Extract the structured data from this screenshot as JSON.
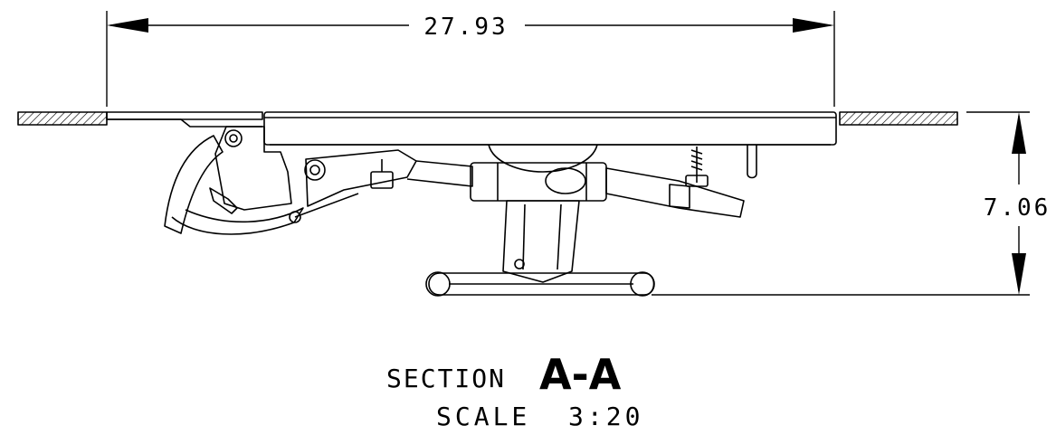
{
  "dimensions": {
    "width_value": "27.93",
    "height_value": "7.06"
  },
  "section": {
    "label": "SECTION",
    "designation": "A-A",
    "scale_text": "SCALE  3:20"
  },
  "colors": {
    "line": "#000000",
    "background": "#ffffff"
  }
}
